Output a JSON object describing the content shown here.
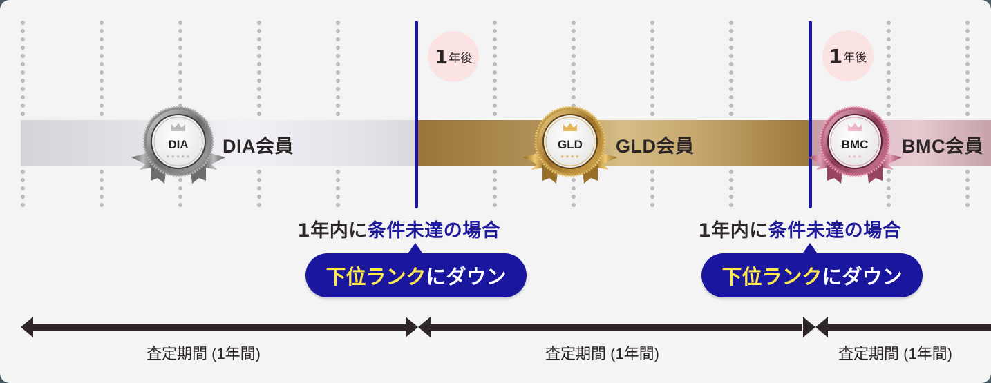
{
  "diagram": {
    "type": "membership-rank-timeline",
    "tiers": [
      {
        "code": "DIA",
        "label": "DIA会員",
        "stars": "★★★★★",
        "star_count": 5,
        "colors": {
          "band_mid": "#f2f1f7",
          "band_edge": "#d5d4d8",
          "crown": "#bcbcbc",
          "stars": "#bcbcbc",
          "rim": "#6b6b6b"
        }
      },
      {
        "code": "GLD",
        "label": "GLD会員",
        "stars": "★★★★",
        "star_count": 4,
        "colors": {
          "band_mid": "#d6bd86",
          "band_edge": "#9a7538",
          "crown": "#e5b55a",
          "stars": "#e5b55a",
          "rim": "#8a6424"
        }
      },
      {
        "code": "BMC",
        "label": "BMC会員",
        "stars": "★★★",
        "star_count": 3,
        "colors": {
          "band_mid": "#e6c9d0",
          "band_edge": "#c79aa5",
          "crown": "#eeb8cb",
          "stars": "#eeb8cb",
          "rim": "#8c3b57"
        }
      }
    ],
    "checkpoints": [
      {
        "after_num": "1",
        "after_text": "年後"
      },
      {
        "after_num": "1",
        "after_text": "年後"
      }
    ],
    "conditions": [
      {
        "prefix": "1年内に",
        "highlight": "条件未達の場合",
        "result_highlight": "下位ランク",
        "result_rest": "にダウン"
      },
      {
        "prefix": "1年内に",
        "highlight": "条件未達の場合",
        "result_highlight": "下位ランク",
        "result_rest": "にダウン"
      }
    ],
    "periods": [
      {
        "label": "査定期間 (1年間)"
      },
      {
        "label": "査定期間 (1年間)"
      },
      {
        "label": "査定期間 (1年間)"
      }
    ],
    "colors": {
      "background": "#f4f4f4",
      "divider_line": "#1a179e",
      "pill_bg": "#1a179e",
      "highlight_yellow": "#ffe84a",
      "condition_blue": "#1f1b9a",
      "text_dark": "#2b2525",
      "dot": "#bdbdbd",
      "after_circle": "#fbe3e4"
    }
  }
}
